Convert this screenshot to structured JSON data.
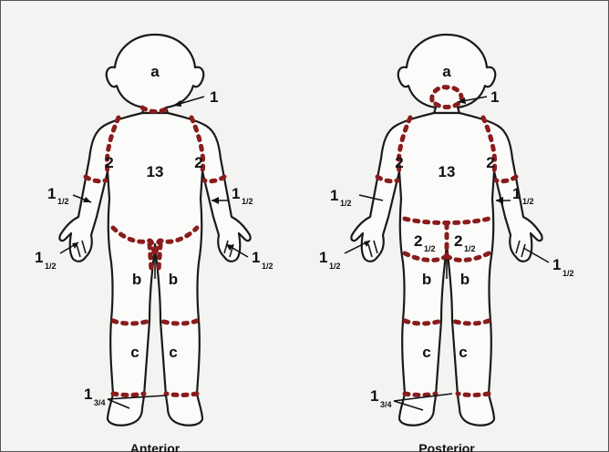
{
  "figures": {
    "anterior": {
      "caption": "Anterior",
      "head": "a",
      "neck": "1",
      "trunk": "13",
      "upper_arm_left": "2",
      "upper_arm_right": "2",
      "forearm_left": "1",
      "forearm_left_sub": "1/2",
      "forearm_right": "1",
      "forearm_right_sub": "1/2",
      "hand_left": "1",
      "hand_left_sub": "1/2",
      "hand_right": "1",
      "hand_right_sub": "1/2",
      "thigh_left": "b",
      "thigh_right": "b",
      "leg_left": "c",
      "leg_right": "c",
      "foot": "1",
      "foot_sub": "3/4"
    },
    "posterior": {
      "caption": "Posterior",
      "head": "a",
      "neck": "1",
      "trunk": "13",
      "upper_arm_left": "2",
      "upper_arm_right": "2",
      "forearm_left": "1",
      "forearm_left_sub": "1/2",
      "forearm_right": "1",
      "forearm_right_sub": "1/2",
      "hand_left": "1",
      "hand_left_sub": "1/2",
      "hand_right": "1",
      "hand_right_sub": "1/2",
      "buttock_left": "2",
      "buttock_left_sub": "1/2",
      "buttock_right": "2",
      "buttock_right_sub": "1/2",
      "thigh_left": "b",
      "thigh_right": "b",
      "leg_left": "c",
      "leg_right": "c",
      "foot": "1",
      "foot_sub": "3/4"
    }
  },
  "colors": {
    "region_border": "#8a1c1c",
    "outline": "#1a1a1a",
    "background": "#f3f3f1"
  }
}
